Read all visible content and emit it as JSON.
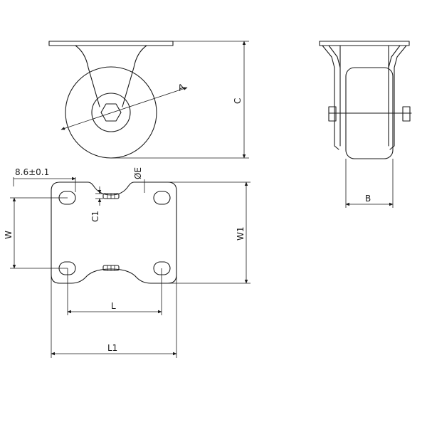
{
  "drawing": {
    "subject": "Fixed caster — technical dimension drawing",
    "dimensions": {
      "wheel_diameter": "A",
      "overall_height": "C",
      "wheel_width": "B",
      "hole_spacing_width": "W",
      "plate_width": "W1",
      "hole_spacing_length": "L",
      "plate_length": "L1",
      "hole_offset": "8.6±0.1",
      "hole_diameter": "ØE",
      "hole_slot_offset": "C1"
    }
  }
}
